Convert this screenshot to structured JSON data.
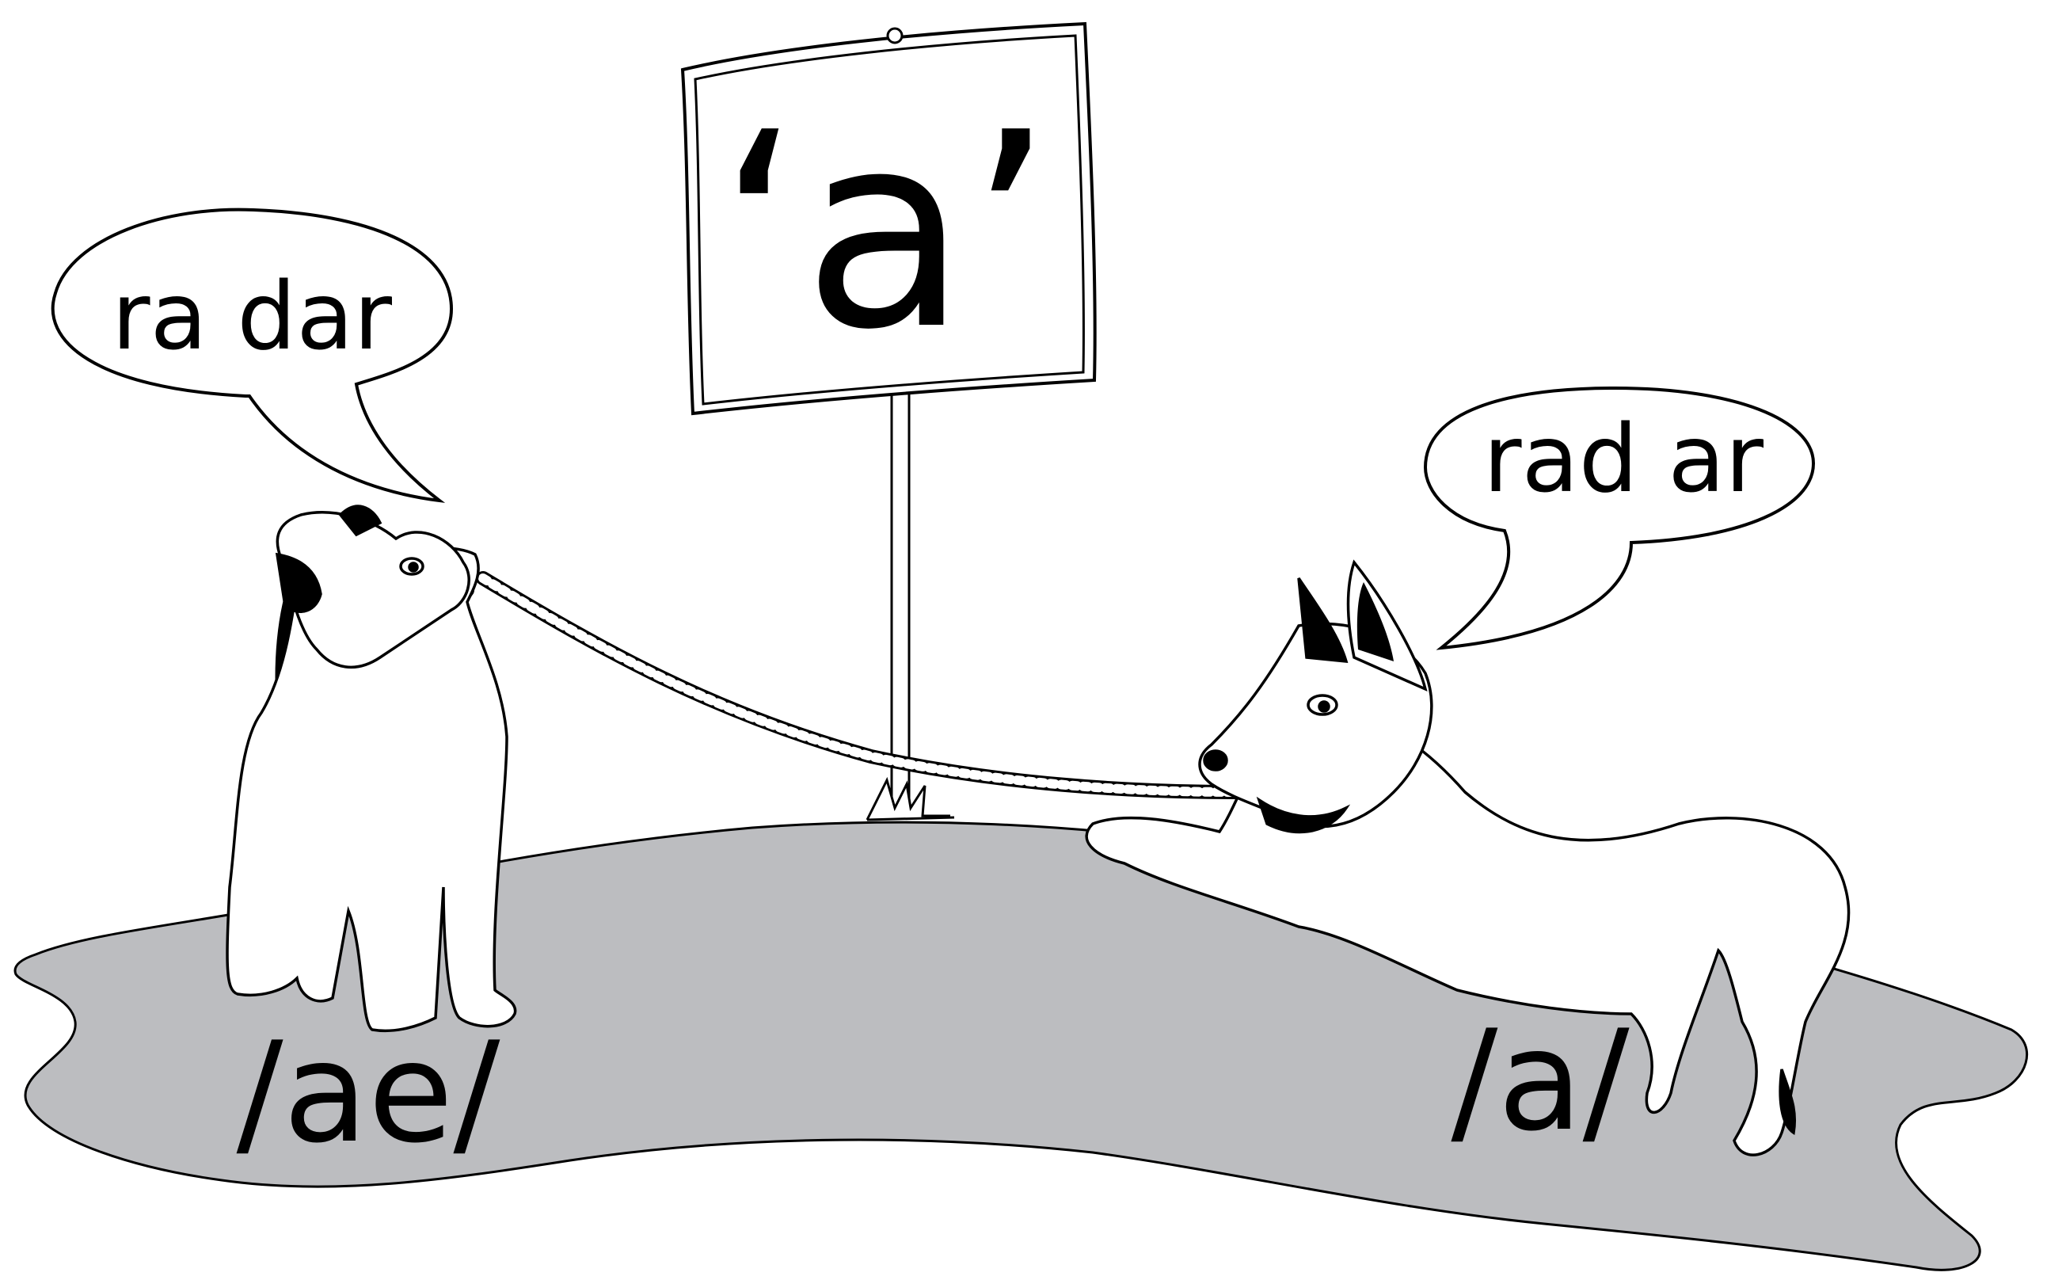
{
  "sign": {
    "text": "‘a’"
  },
  "cat": {
    "speech": "ra dar",
    "phoneme": "/ae/"
  },
  "dog": {
    "speech": "rad ar",
    "phoneme": "/a/"
  },
  "colors": {
    "ground": "#bcbdc0",
    "ink": "#000000",
    "fill": "#ffffff"
  }
}
